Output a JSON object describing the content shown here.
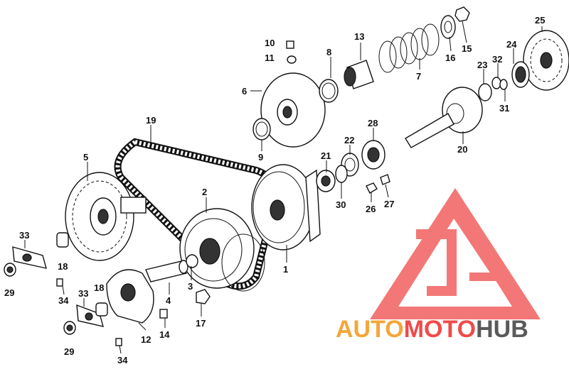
{
  "diagram": {
    "labels": [
      "1",
      "2",
      "3",
      "4",
      "5",
      "6",
      "7",
      "8",
      "9",
      "10",
      "11",
      "12",
      "13",
      "14",
      "15",
      "16",
      "17",
      "18",
      "18",
      "19",
      "20",
      "21",
      "22",
      "23",
      "24",
      "25",
      "26",
      "27",
      "28",
      "29",
      "29",
      "30",
      "31",
      "32",
      "33",
      "33",
      "34",
      "34"
    ]
  },
  "watermark": {
    "part1": "AUTO",
    "part2": "MOTO",
    "part3": "HUB",
    "color_orange": "#f4a63a",
    "color_red": "#f04a4a",
    "color_gray": "#5a5a5a"
  }
}
